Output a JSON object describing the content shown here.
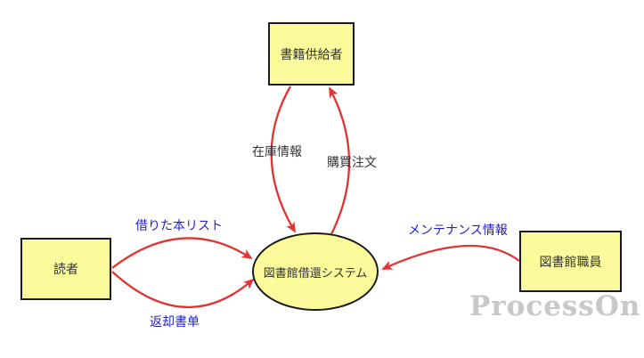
{
  "diagram": {
    "type": "data-flow-diagram",
    "watermark": "ProcessOn",
    "nodes": [
      {
        "id": "supplier",
        "shape": "rectangle",
        "label": "書籍供給者"
      },
      {
        "id": "reader",
        "shape": "rectangle",
        "label": "読者"
      },
      {
        "id": "staff",
        "shape": "rectangle",
        "label": "図書館職員"
      },
      {
        "id": "system",
        "shape": "ellipse",
        "label": "図書館借還システム"
      }
    ],
    "edges": [
      {
        "id": "stock-info",
        "label": "在庫情報",
        "from": "supplier",
        "to": "system",
        "label_color": "#333333"
      },
      {
        "id": "purchase-order",
        "label": "購買注文",
        "from": "system",
        "to": "supplier",
        "label_color": "#333333"
      },
      {
        "id": "borrowed-books-list",
        "label": "借りた本リスト",
        "from": "reader",
        "to": "system",
        "label_color": "#2222CC"
      },
      {
        "id": "return-slip",
        "label": "返却書单",
        "from": "reader",
        "to": "system",
        "label_color": "#2222CC"
      },
      {
        "id": "maintenance-info",
        "label": "メンテナンス情報",
        "from": "staff",
        "to": "system",
        "label_color": "#2222CC"
      }
    ],
    "colors": {
      "background": "#FFFFFF",
      "node_fill": "#FBFB9B",
      "node_border": "#1A1A1A",
      "arrow": "#E23333",
      "edge_label_dark": "#333333",
      "edge_label_blue": "#2222CC",
      "watermark": "#C8C8C8"
    }
  }
}
